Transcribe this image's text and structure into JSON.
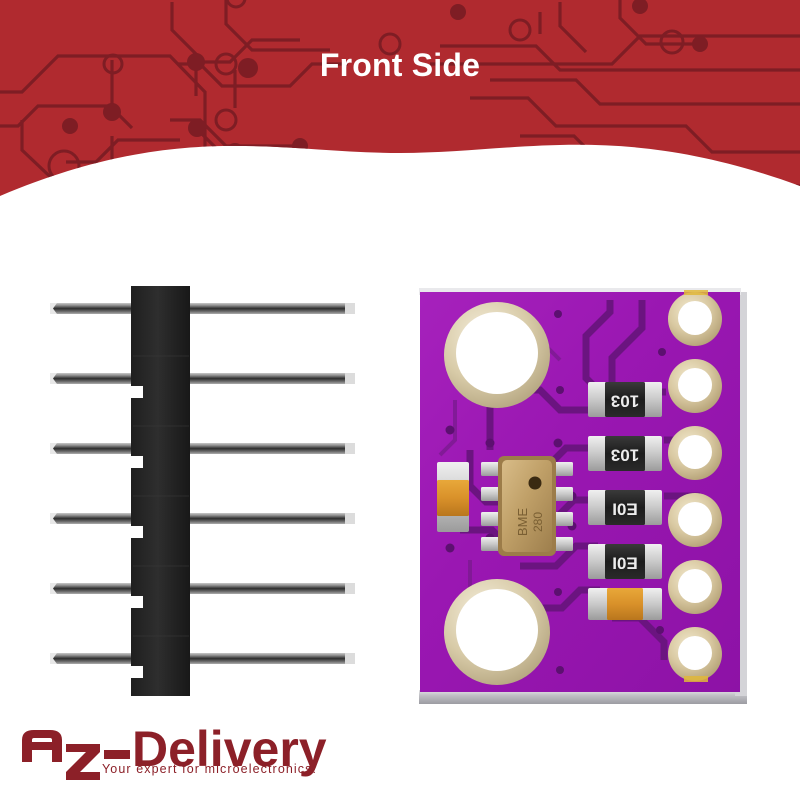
{
  "banner": {
    "title": "Front Side",
    "bg_color": "#B02A2F",
    "trace_color": "#7E1D24"
  },
  "logo": {
    "brand": "AZ-Delivery",
    "brand_a": "A",
    "brand_z": "Z",
    "brand_dash": "-",
    "brand_rest": "Delivery",
    "tagline": "Your expert for microelectronics!",
    "color": "#8C2028"
  },
  "product": {
    "name": "bme280-sensor-module",
    "pcb": {
      "color": "#9D1BB2",
      "edge_color": "#C8C8CC",
      "trace_color": "#6B1480",
      "pad_gold": "#D8C9A0",
      "mounting_holes": 2,
      "pin_pads": 6
    },
    "header": {
      "name": "6-pin-male-header",
      "pin_count": 6,
      "body_color": "#262626",
      "pin_color": "#8A8A8A"
    },
    "components": [
      {
        "name": "resistor-1",
        "marking": "103"
      },
      {
        "name": "resistor-2",
        "marking": "103"
      },
      {
        "name": "resistor-3",
        "marking": "E0I"
      },
      {
        "name": "resistor-4",
        "marking": "E0I"
      },
      {
        "name": "capacitor-bottom",
        "marking": ""
      },
      {
        "name": "capacitor-left",
        "marking": ""
      },
      {
        "name": "sensor-chip",
        "marking": ""
      }
    ],
    "sensor": {
      "name": "bme280-chip",
      "case_color": "#C2A169",
      "pad_count": 8
    }
  }
}
